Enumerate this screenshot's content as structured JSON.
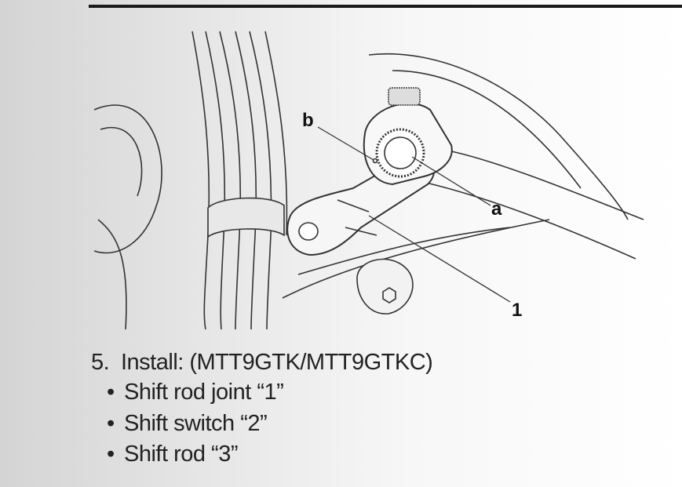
{
  "figure": {
    "callouts": {
      "a": "a",
      "b": "b",
      "one": "1"
    }
  },
  "step": {
    "number": "5.",
    "text": "Install: (MTT9GTK/MTT9GTKC)",
    "bullets": [
      {
        "symbol": "•",
        "text": "Shift rod joint “1”"
      },
      {
        "symbol": "•",
        "text": "Shift switch “2”"
      },
      {
        "symbol": "•",
        "text": "Shift rod “3”"
      }
    ]
  }
}
